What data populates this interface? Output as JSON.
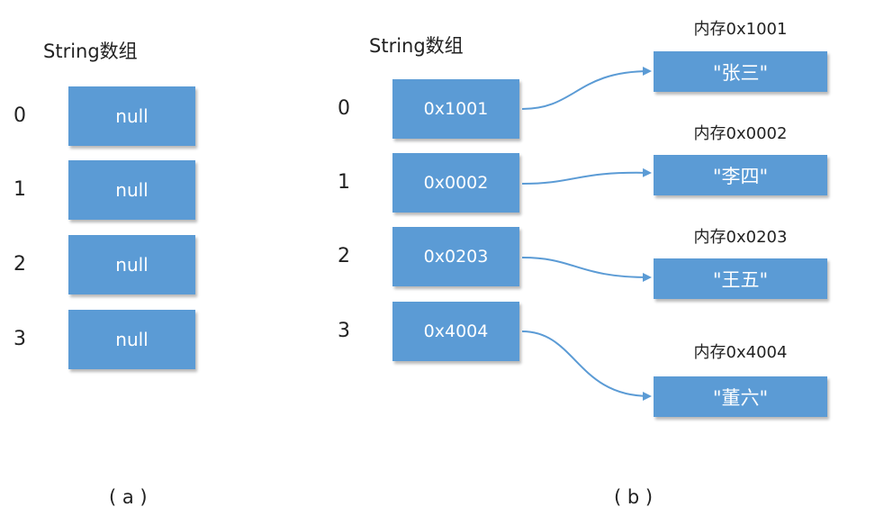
{
  "panel_a": {
    "title": "String数组",
    "rows": [
      {
        "index": "0",
        "value": "null"
      },
      {
        "index": "1",
        "value": "null"
      },
      {
        "index": "2",
        "value": "null"
      },
      {
        "index": "3",
        "value": "null"
      }
    ],
    "caption": "( a )"
  },
  "panel_b": {
    "title": "String数组",
    "rows": [
      {
        "index": "0",
        "address": "0x1001",
        "memory_label": "内存0x1001",
        "value": "\"张三\""
      },
      {
        "index": "1",
        "address": "0x0002",
        "memory_label": "内存0x0002",
        "value": "\"李四\""
      },
      {
        "index": "2",
        "address": "0x0203",
        "memory_label": "内存0x0203",
        "value": "\"王五\""
      },
      {
        "index": "3",
        "address": "0x4004",
        "memory_label": "内存0x4004",
        "value": "\"董六\""
      }
    ],
    "caption": "( b )"
  },
  "colors": {
    "box_fill": "#5b9bd5",
    "arrow": "#5b9bd5",
    "text": "#222222"
  }
}
